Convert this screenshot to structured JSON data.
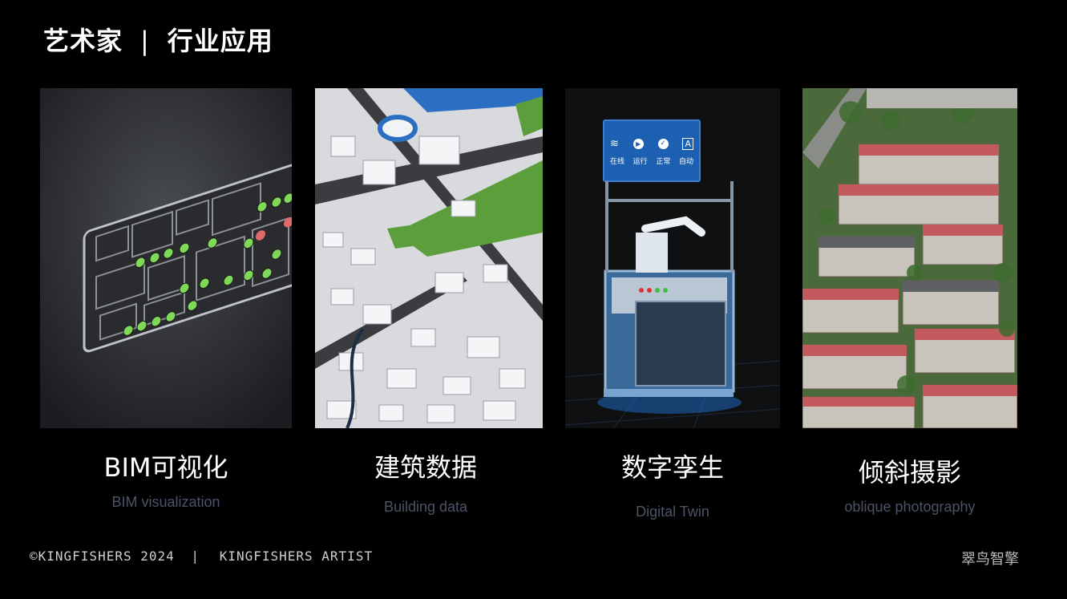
{
  "header": {
    "title_left": "艺术家",
    "separator": "|",
    "title_right": "行业应用"
  },
  "cards": [
    {
      "title": "BIM可视化",
      "subtitle": "BIM visualization",
      "image": "bim-floorplan-image"
    },
    {
      "title": "建筑数据",
      "subtitle": "Building data",
      "image": "city-3d-model-image"
    },
    {
      "title": "数字孪生",
      "subtitle": "Digital Twin",
      "image": "machine-digital-twin-image",
      "status_panel": {
        "items": [
          "在线",
          "运行",
          "正常",
          "自动"
        ],
        "icons": [
          "wifi-icon",
          "play-icon",
          "check-icon",
          "auto-icon"
        ],
        "auto_glyph": "A"
      }
    },
    {
      "title": "倾斜摄影",
      "subtitle": "oblique photography",
      "image": "oblique-aerial-photo-image"
    }
  ],
  "footer": {
    "copyright": "©KINGFISHERS 2024",
    "divider": "|",
    "artist": "KINGFISHERS ARTIST",
    "brand": "翠鸟智擎"
  },
  "colors": {
    "background": "#000000",
    "subtitle": "#4b5466",
    "accent_green": "#7ed957",
    "panel_blue": "#1d5fb0"
  }
}
